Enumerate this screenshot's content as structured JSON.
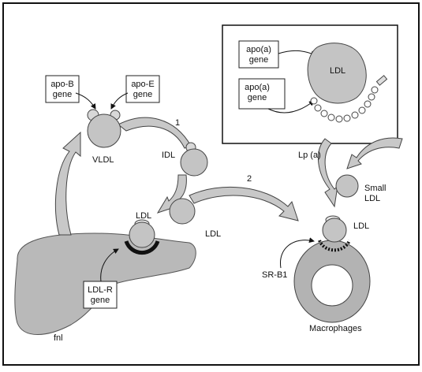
{
  "genes": {
    "apob": [
      "apo-B",
      "gene"
    ],
    "apoe": [
      "apo-E",
      "gene"
    ],
    "apoa_top": [
      "apo(a)",
      "gene"
    ],
    "apoa_bottom": [
      "apo(a)",
      "gene"
    ],
    "ldlr": [
      "LDL-R",
      "gene"
    ]
  },
  "particles": {
    "vldl": "VLDL",
    "idl": "IDL",
    "ldl_liver": "LDL",
    "ldl_mid": "LDL",
    "ldl_inset": "LDL",
    "ldl_macro": "LDL",
    "small_ldl": [
      "Small",
      "LDL"
    ]
  },
  "labels": {
    "lpa": "Lp (a)",
    "step1": "1",
    "step2": "2",
    "srb1": "SR-B1",
    "macrophages": "Macrophages",
    "liver": "fnl"
  },
  "colors": {
    "arrow_fill": "#c8c8c8",
    "particle_fill": "#c4c4c4",
    "liver_fill": "#b9b9b9",
    "macrophage_fill": "#b3b3b3",
    "receptor": "#111111"
  }
}
